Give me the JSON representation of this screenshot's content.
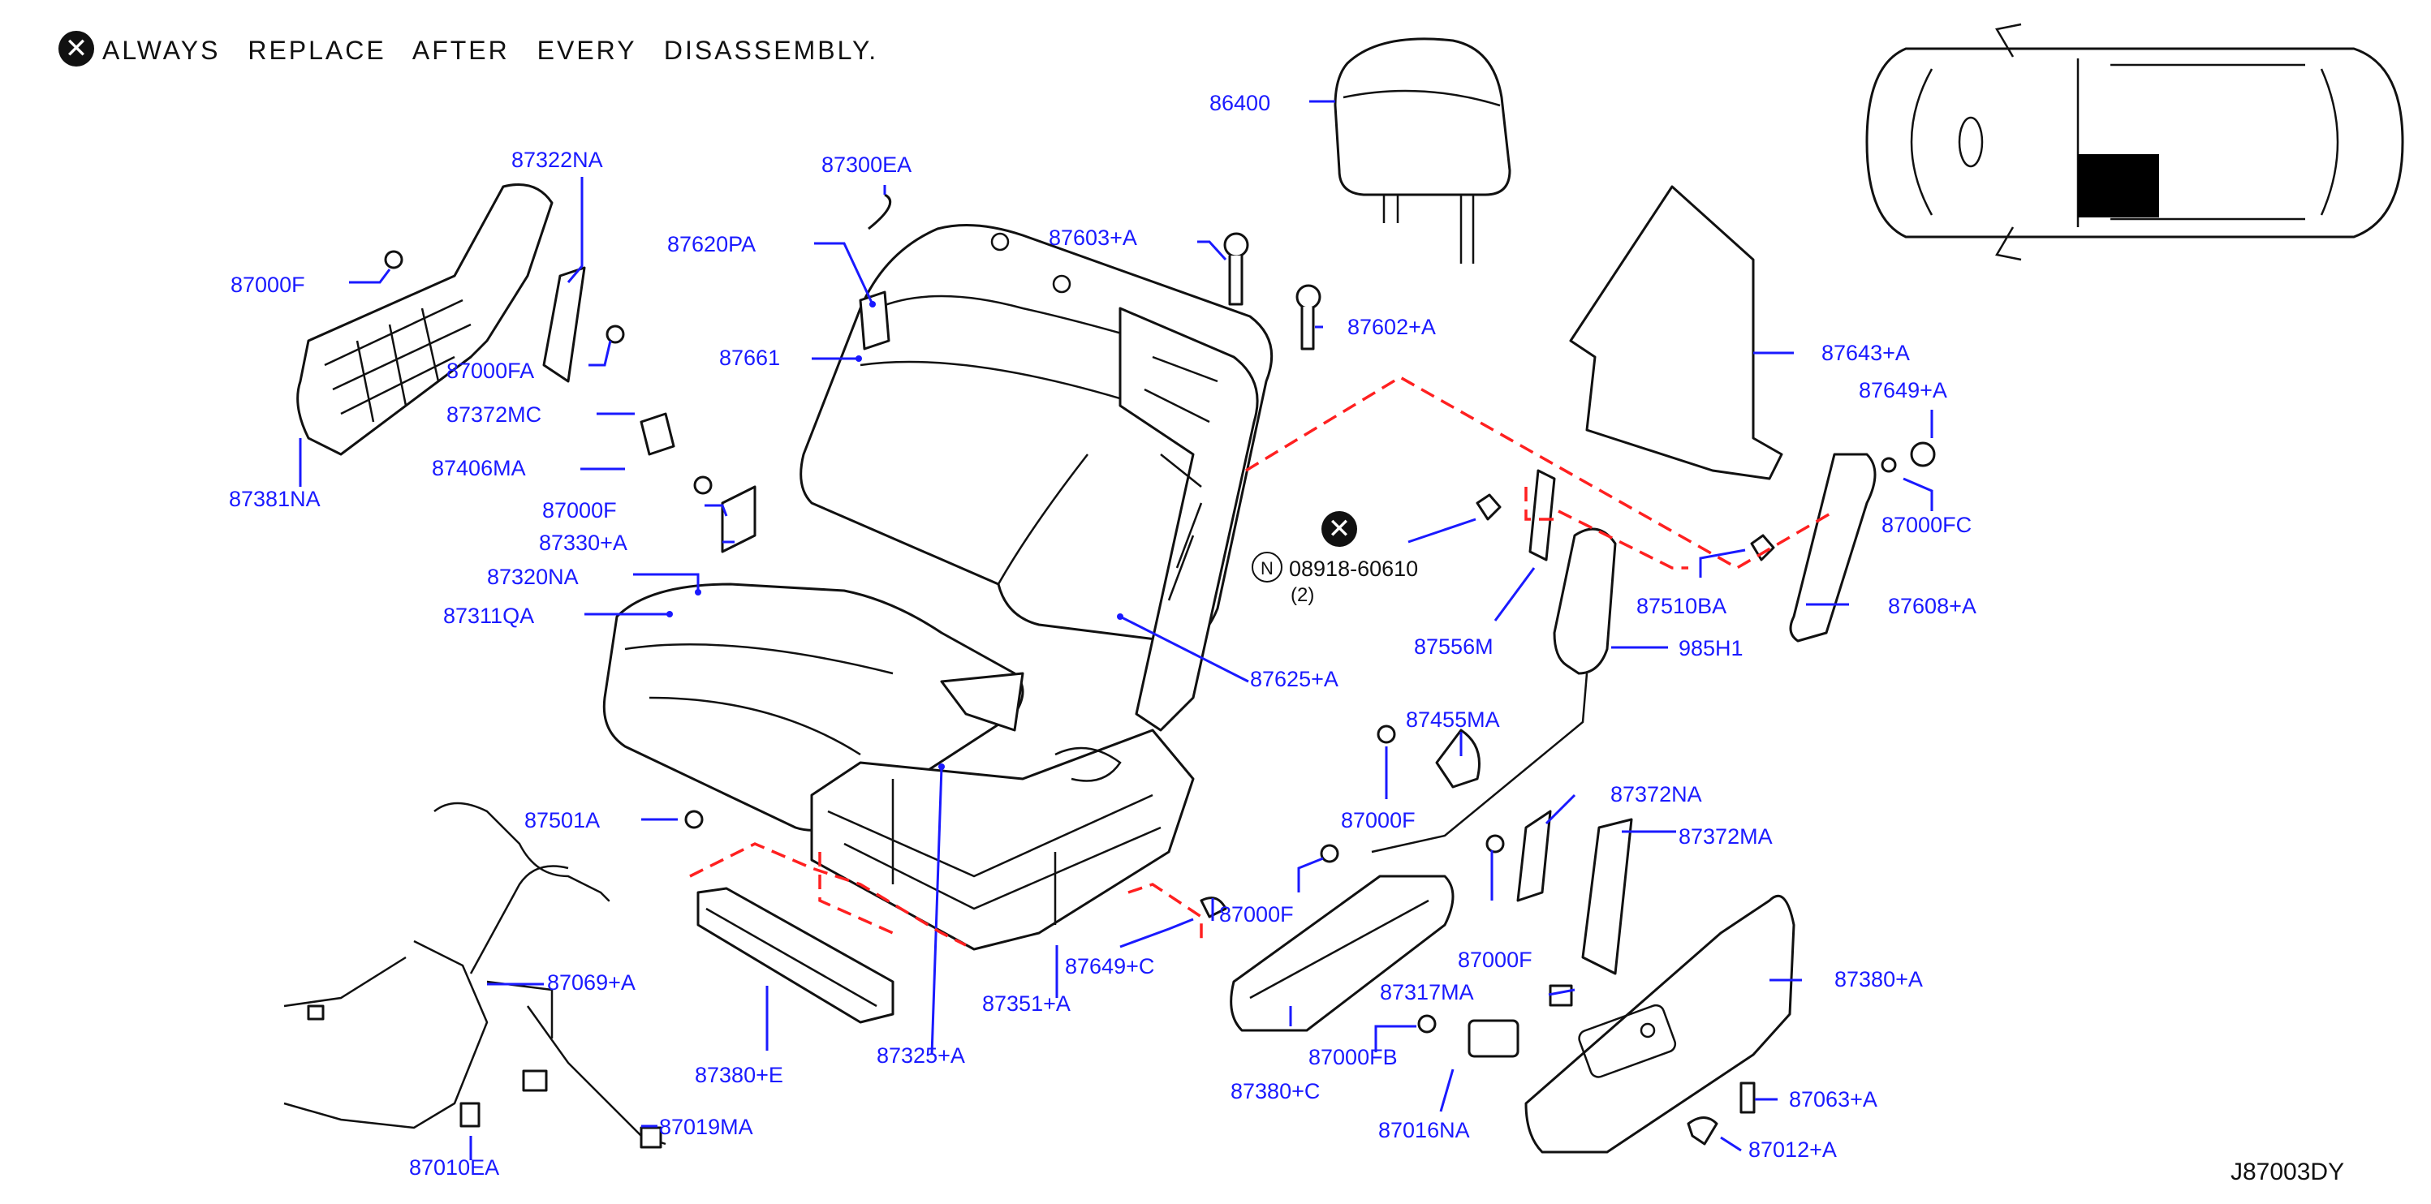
{
  "header": {
    "note_icon": "x-circle-icon",
    "note": "ALWAYS REPLACE AFTER EVERY DISASSEMBLY."
  },
  "diagram_id": "J87003DY",
  "nut_callout": {
    "replace_icon": "x-circle-icon",
    "symbol": "N",
    "number": "08918-60610",
    "quantity": "(2)"
  },
  "parts": {
    "p86400": "86400",
    "p87322NA": "87322NA",
    "p87300EA": "87300EA",
    "p87620PA": "87620PA",
    "p87603A": "87603+A",
    "p87000F_1": "87000F",
    "p87661": "87661",
    "p87602A": "87602+A",
    "p87643A": "87643+A",
    "p87000FA": "87000FA",
    "p87649A": "87649+A",
    "p87372MC": "87372MC",
    "p87406MA": "87406MA",
    "p87381NA": "87381NA",
    "p87000F_2": "87000F",
    "p87000FC": "87000FC",
    "p87330A": "87330+A",
    "p87320NA": "87320NA",
    "p87510BA": "87510BA",
    "p87608A": "87608+A",
    "p87311QA": "87311QA",
    "p87556M": "87556M",
    "p985H1": "985H1",
    "p87625A": "87625+A",
    "p87455MA": "87455MA",
    "p87000F_3": "87000F",
    "p87501A": "87501A",
    "p87372NA": "87372NA",
    "p87372MA": "87372MA",
    "p87000F_4": "87000F",
    "p87649C": "87649+C",
    "p87000F_5": "87000F",
    "p87069A": "87069+A",
    "p87380A": "87380+A",
    "p87351A": "87351+A",
    "p87317MA": "87317MA",
    "p87000FB": "87000FB",
    "p87380E": "87380+E",
    "p87325A": "87325+A",
    "p87380C": "87380+C",
    "p87063A": "87063+A",
    "p87016NA": "87016NA",
    "p87019MA": "87019MA",
    "p87012A": "87012+A",
    "p87010EA": "87010EA"
  }
}
